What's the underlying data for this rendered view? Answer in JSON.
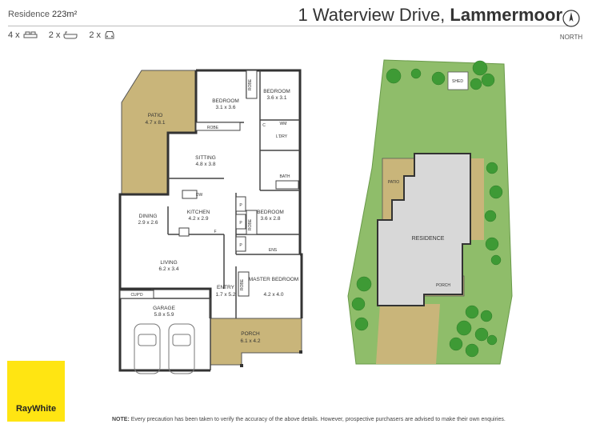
{
  "header": {
    "residence_label": "Residence",
    "residence_area": "223m²",
    "address_street": "1 Waterview Drive, ",
    "address_suburb": "Lammermoor",
    "north_label": "NORTH"
  },
  "features": [
    {
      "count": "4 x",
      "icon": "bed-icon"
    },
    {
      "count": "2 x",
      "icon": "bath-icon"
    },
    {
      "count": "2 x",
      "icon": "car-icon"
    }
  ],
  "floorplan": {
    "rooms": [
      {
        "name": "PATIO",
        "dims": "4.7 x 8.1"
      },
      {
        "name": "BEDROOM",
        "dims": "3.1 x 3.6"
      },
      {
        "name": "BEDROOM",
        "dims": "3.6 x 3.1"
      },
      {
        "name": "SITTING",
        "dims": "4.8 x 3.8"
      },
      {
        "name": "KITCHEN",
        "dims": "4.2 x 2.9"
      },
      {
        "name": "DINING",
        "dims": "2.9 x 2.6"
      },
      {
        "name": "BEDROOM",
        "dims": "3.6 x 2.8"
      },
      {
        "name": "LIVING",
        "dims": "6.2 x 3.4"
      },
      {
        "name": "MASTER BEDROOM",
        "dims": "4.2 x 4.0"
      },
      {
        "name": "ENTRY",
        "dims": "1.7 x 5.2"
      },
      {
        "name": "GARAGE",
        "dims": "5.8 x 5.9"
      },
      {
        "name": "PORCH",
        "dims": "6.1 x 4.2"
      }
    ],
    "labels": {
      "robe": "ROBE",
      "c": "C",
      "wm": "WM",
      "ldry": "L'DRY",
      "bath": "BATH",
      "ens": "ENS",
      "dw": "DW",
      "f": "F",
      "p": "P",
      "cupd": "CUP'D"
    }
  },
  "siteplan": {
    "shed": "SHED",
    "patio": "PATIO",
    "residence": "RESIDENCE",
    "porch": "PORCH"
  },
  "brand": {
    "name": "RayWhite",
    "color": "#ffe512"
  },
  "colors": {
    "patio": "#c9b57a",
    "lawn": "#8fbd6a",
    "tree": "#3e9a35"
  },
  "note": {
    "label": "NOTE:",
    "text": " Every precaution has been taken to verify the accuracy of the above details. However, prospective purchasers are advised to make their own enquiries."
  }
}
